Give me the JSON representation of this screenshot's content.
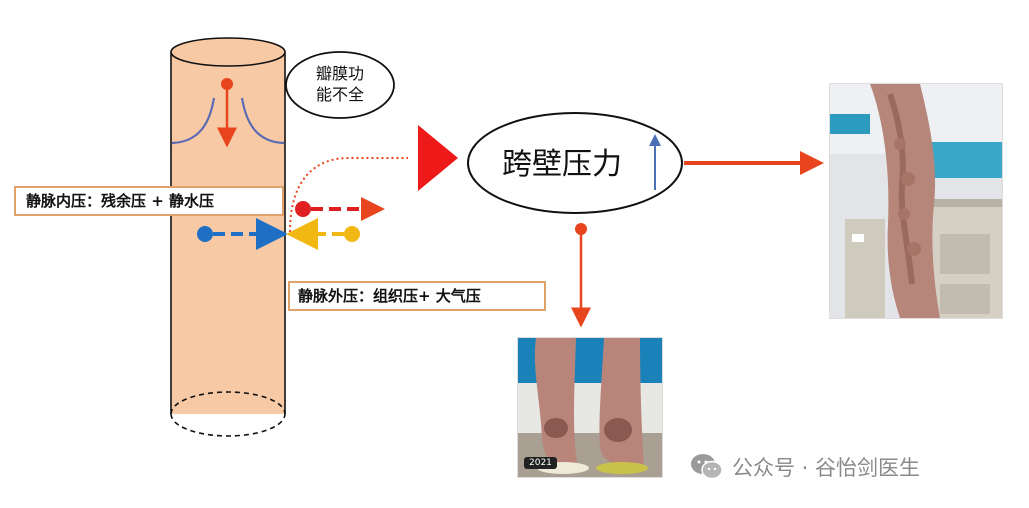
{
  "labels": {
    "valve": [
      "瓣膜功",
      "能不全"
    ],
    "transmural": "跨壁压力",
    "inner_pressure": "静脉内压：残余压 + 静水压",
    "outer_pressure": "静脉外压：组织压+ 大气压"
  },
  "photo_bottom_badge": "2021",
  "watermark": "公众号 · 谷怡剑医生",
  "icons": [
    "wechat-icon",
    "up-arrow-icon"
  ],
  "colors": {
    "vein_fill": "#f8c9a5",
    "accent_red": "#e8451f",
    "accent_blue": "#1f6fc4",
    "accent_yellow": "#f1b712",
    "box_border": "#e0a26a",
    "valve_curve": "#5a6ab3"
  }
}
